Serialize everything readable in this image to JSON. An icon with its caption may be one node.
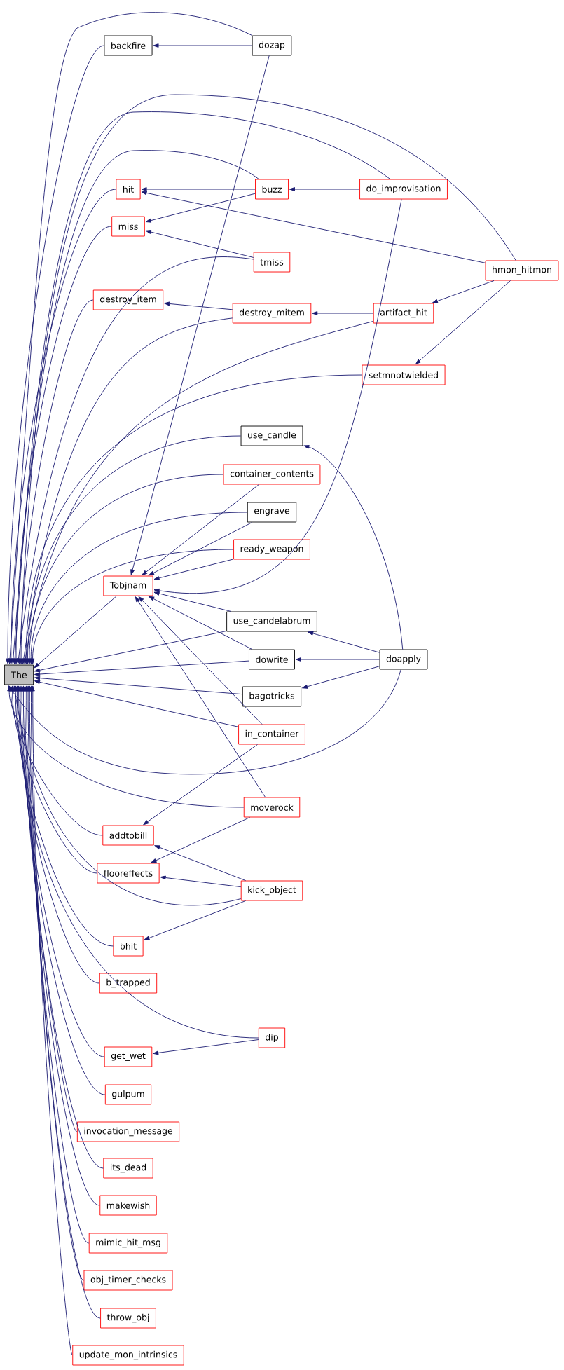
{
  "diagram": {
    "nodes": [
      {
        "text": [
          "The"
        ]
      },
      {
        "text": [
          "backfire"
        ]
      },
      {
        "text": [
          "dozap"
        ]
      },
      {
        "text": [
          "hit"
        ]
      },
      {
        "text": [
          "buzz"
        ]
      },
      {
        "text": [
          "do_improvisation"
        ]
      },
      {
        "text": [
          "miss"
        ]
      },
      {
        "text": [
          "tmiss"
        ]
      },
      {
        "text": [
          "hmon_hitmon"
        ]
      },
      {
        "text": [
          "destroy_item"
        ]
      },
      {
        "text": [
          "destroy_mitem"
        ]
      },
      {
        "text": [
          "artifact_hit"
        ]
      },
      {
        "text": [
          "setmnotwielded"
        ]
      },
      {
        "text": [
          "use_candle"
        ]
      },
      {
        "text": [
          "container_contents"
        ]
      },
      {
        "text": [
          "engrave"
        ]
      },
      {
        "text": [
          "ready_weapon"
        ]
      },
      {
        "text": [
          "Tobjnam"
        ]
      },
      {
        "text": [
          "use_candelabrum"
        ]
      },
      {
        "text": [
          "dowrite"
        ]
      },
      {
        "text": [
          "doapply"
        ]
      },
      {
        "text": [
          "bagotricks"
        ]
      },
      {
        "text": [
          "in_container"
        ]
      },
      {
        "text": [
          "moverock"
        ]
      },
      {
        "text": [
          "addtobill"
        ]
      },
      {
        "text": [
          "flooreffects"
        ]
      },
      {
        "text": [
          "kick_object"
        ]
      },
      {
        "text": [
          "bhit"
        ]
      },
      {
        "text": [
          "b_trapped"
        ]
      },
      {
        "text": [
          "dip"
        ]
      },
      {
        "text": [
          "get_wet"
        ]
      },
      {
        "text": [
          "gulpum"
        ]
      },
      {
        "text": [
          "invocation_message"
        ]
      },
      {
        "text": [
          "its_dead"
        ]
      },
      {
        "text": [
          "makewish"
        ]
      },
      {
        "text": [
          "mimic_hit_msg"
        ]
      },
      {
        "text": [
          "obj_timer_checks"
        ]
      },
      {
        "text": [
          "throw_obj"
        ]
      },
      {
        "text": [
          "update_mon_intrinsics"
        ]
      }
    ],
    "edges": [
      {
        "from": 1,
        "to": 0,
        "arrow": "to"
      },
      {
        "from": 2,
        "to": 1,
        "arrow": "to"
      },
      {
        "from": 2,
        "to": 0,
        "arrow": "to"
      },
      {
        "from": 2,
        "to": 17,
        "arrow": "to"
      },
      {
        "from": 3,
        "to": 0,
        "arrow": "to"
      },
      {
        "from": 4,
        "to": 3,
        "arrow": "to"
      },
      {
        "from": 8,
        "to": 3,
        "arrow": "to"
      },
      {
        "from": 4,
        "to": 0,
        "arrow": "to"
      },
      {
        "from": 5,
        "to": 4,
        "arrow": "to"
      },
      {
        "from": 5,
        "to": 0,
        "arrow": "to"
      },
      {
        "from": 5,
        "to": 17,
        "arrow": "to"
      },
      {
        "from": 6,
        "to": 0,
        "arrow": "to"
      },
      {
        "from": 4,
        "to": 6,
        "arrow": "to"
      },
      {
        "from": 7,
        "to": 6,
        "arrow": "to"
      },
      {
        "from": 7,
        "to": 0,
        "arrow": "to"
      },
      {
        "from": 8,
        "to": 0,
        "arrow": "to"
      },
      {
        "from": 8,
        "to": 11,
        "arrow": "to"
      },
      {
        "from": 8,
        "to": 12,
        "arrow": "to"
      },
      {
        "from": 9,
        "to": 0,
        "arrow": "to"
      },
      {
        "from": 10,
        "to": 9,
        "arrow": "to"
      },
      {
        "from": 10,
        "to": 0,
        "arrow": "to"
      },
      {
        "from": 11,
        "to": 10,
        "arrow": "to"
      },
      {
        "from": 11,
        "to": 0,
        "arrow": "to"
      },
      {
        "from": 12,
        "to": 0,
        "arrow": "to"
      },
      {
        "from": 13,
        "to": 0,
        "arrow": "to"
      },
      {
        "from": 20,
        "to": 13,
        "arrow": "to"
      },
      {
        "from": 14,
        "to": 0,
        "arrow": "to"
      },
      {
        "from": 14,
        "to": 17,
        "arrow": "to"
      },
      {
        "from": 15,
        "to": 0,
        "arrow": "to"
      },
      {
        "from": 15,
        "to": 17,
        "arrow": "to"
      },
      {
        "from": 16,
        "to": 0,
        "arrow": "to"
      },
      {
        "from": 16,
        "to": 17,
        "arrow": "to"
      },
      {
        "from": 17,
        "to": 0,
        "arrow": "to"
      },
      {
        "from": 18,
        "to": 0,
        "arrow": "to"
      },
      {
        "from": 18,
        "to": 17,
        "arrow": "to"
      },
      {
        "from": 20,
        "to": 18,
        "arrow": "to"
      },
      {
        "from": 19,
        "to": 0,
        "arrow": "to"
      },
      {
        "from": 19,
        "to": 17,
        "arrow": "to"
      },
      {
        "from": 20,
        "to": 19,
        "arrow": "to"
      },
      {
        "from": 21,
        "to": 0,
        "arrow": "to"
      },
      {
        "from": 20,
        "to": 21,
        "arrow": "to"
      },
      {
        "from": 22,
        "to": 0,
        "arrow": "to"
      },
      {
        "from": 22,
        "to": 17,
        "arrow": "to"
      },
      {
        "from": 20,
        "to": 0,
        "arrow": "to"
      },
      {
        "from": 23,
        "to": 0,
        "arrow": "to"
      },
      {
        "from": 23,
        "to": 17,
        "arrow": "to"
      },
      {
        "from": 22,
        "to": 24,
        "arrow": "to"
      },
      {
        "from": 24,
        "to": 0,
        "arrow": "to"
      },
      {
        "from": 23,
        "to": 25,
        "arrow": "to"
      },
      {
        "from": 25,
        "to": 0,
        "arrow": "to"
      },
      {
        "from": 26,
        "to": 24,
        "arrow": "to"
      },
      {
        "from": 26,
        "to": 25,
        "arrow": "to"
      },
      {
        "from": 26,
        "to": 0,
        "arrow": "to"
      },
      {
        "from": 26,
        "to": 27,
        "arrow": "to"
      },
      {
        "from": 27,
        "to": 0,
        "arrow": "to"
      },
      {
        "from": 28,
        "to": 0,
        "arrow": "to"
      },
      {
        "from": 29,
        "to": 0,
        "arrow": "to"
      },
      {
        "from": 29,
        "to": 30,
        "arrow": "to"
      },
      {
        "from": 30,
        "to": 0,
        "arrow": "to"
      },
      {
        "from": 31,
        "to": 0,
        "arrow": "to"
      },
      {
        "from": 32,
        "to": 0,
        "arrow": "to"
      },
      {
        "from": 33,
        "to": 0,
        "arrow": "to"
      },
      {
        "from": 34,
        "to": 0,
        "arrow": "to"
      },
      {
        "from": 35,
        "to": 0,
        "arrow": "to"
      },
      {
        "from": 36,
        "to": 0,
        "arrow": "to"
      },
      {
        "from": 37,
        "to": 0,
        "arrow": "to"
      },
      {
        "from": 38,
        "to": 0,
        "arrow": "to"
      }
    ]
  }
}
